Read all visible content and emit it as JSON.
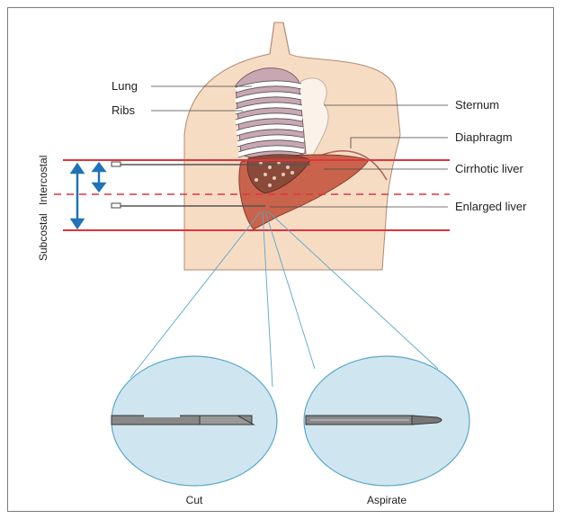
{
  "labels": {
    "lung": "Lung",
    "ribs": "Ribs",
    "sternum": "Sternum",
    "diaphragm": "Diaphragm",
    "cirrhotic_liver": "Cirrhotic liver",
    "enlarged_liver": "Enlarged liver",
    "subcostal": "Subcostal",
    "intercostal": "Intercostal",
    "cut": "Cut",
    "aspirate": "Aspirate"
  },
  "colors": {
    "skin": "#f7dcc4",
    "skin_outline": "#b08a72",
    "lung": "#c8a7b3",
    "liver": "#c9634b",
    "red_line": "#e0343c",
    "blue_arrow": "#1f73b8",
    "lens_fill": "#cfe6f0",
    "lens_outline": "#5aa6c9"
  }
}
